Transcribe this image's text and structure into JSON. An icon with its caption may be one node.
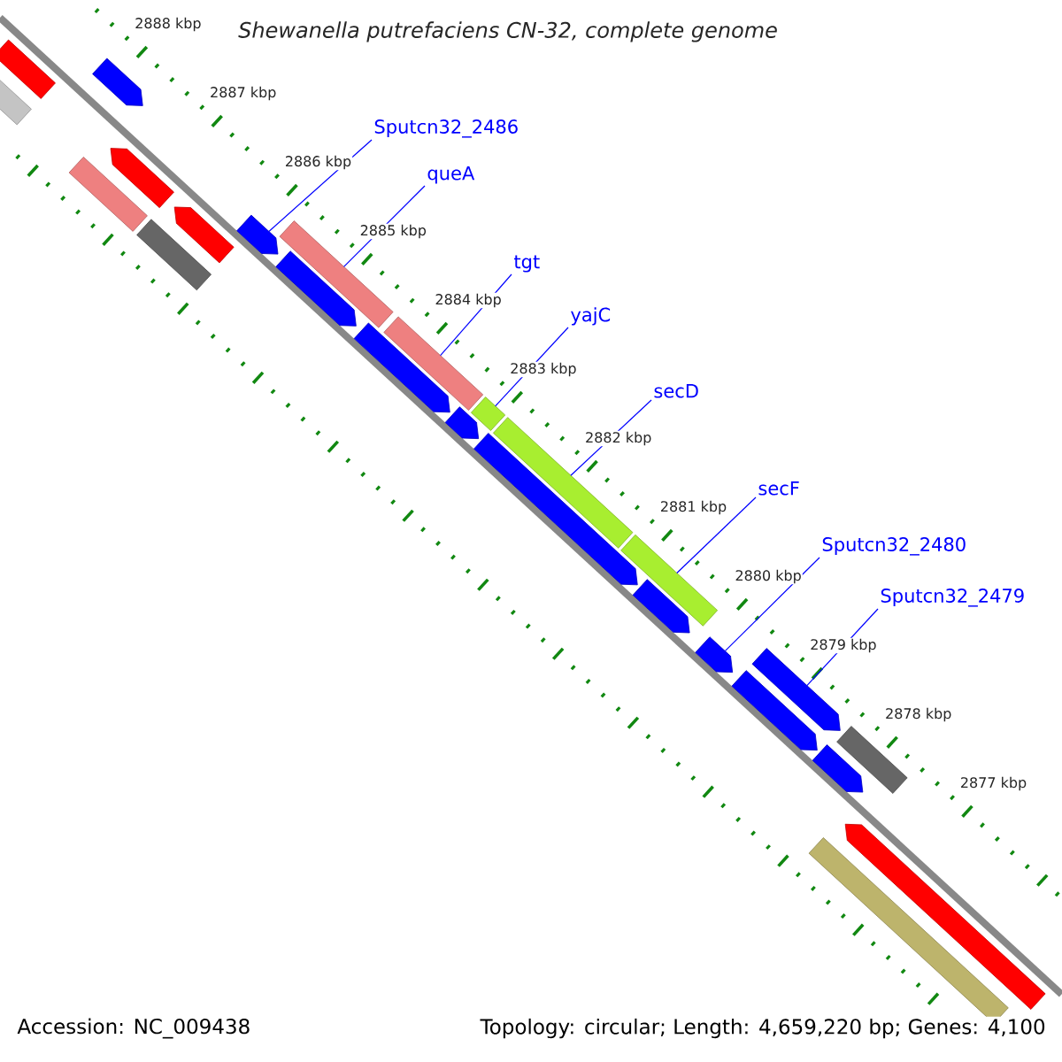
{
  "diagram": {
    "title": "Shewanella putrefaciens CN-32, complete genome",
    "nodes": [
      {
        "text": [
          "Sputcn32_2486"
        ]
      },
      {
        "text": [
          "queA"
        ]
      },
      {
        "text": [
          "tgt"
        ]
      },
      {
        "text": [
          "yajC"
        ]
      },
      {
        "text": [
          "secD"
        ]
      },
      {
        "text": [
          "secF"
        ]
      },
      {
        "text": [
          "Sputcn32_2480"
        ]
      },
      {
        "text": [
          "Sputcn32_2479"
        ]
      },
      {
        "text": [],
        "shape": "bar"
      },
      {
        "text": [],
        "shape": "bar"
      },
      {
        "text": [],
        "shape": "arrow"
      },
      {
        "text": [],
        "shape": "bar"
      },
      {
        "text": [],
        "shape": "arrow"
      },
      {
        "text": [],
        "shape": "bar"
      },
      {
        "text": [],
        "shape": "arrow"
      },
      {
        "text": [],
        "shape": "arrow"
      },
      {
        "text": [],
        "shape": "arrow"
      },
      {
        "text": [],
        "shape": "bar"
      },
      {
        "text": [],
        "shape": "arrow"
      },
      {
        "text": [],
        "shape": "bar"
      },
      {
        "text": [],
        "shape": "arrow"
      },
      {
        "text": [],
        "shape": "bar"
      },
      {
        "text": [],
        "shape": "arrow"
      },
      {
        "text": [],
        "shape": "bar"
      },
      {
        "text": [],
        "shape": "bar"
      },
      {
        "text": [],
        "shape": "arrow"
      },
      {
        "text": [],
        "shape": "arrow"
      },
      {
        "text": [],
        "shape": "arrow"
      },
      {
        "text": [],
        "shape": "arrow"
      },
      {
        "text": [],
        "shape": "arrow"
      },
      {
        "text": [],
        "shape": "bar"
      },
      {
        "text": [],
        "shape": "arrow"
      },
      {
        "text": [],
        "shape": "bar"
      }
    ],
    "edges": [
      {
        "from": 0,
        "to": 15,
        "arrow": "none"
      },
      {
        "from": 1,
        "to": 17,
        "arrow": "none"
      },
      {
        "from": 2,
        "to": 19,
        "arrow": "none"
      },
      {
        "from": 3,
        "to": 21,
        "arrow": "none"
      },
      {
        "from": 4,
        "to": 23,
        "arrow": "none"
      },
      {
        "from": 5,
        "to": 24,
        "arrow": "none"
      },
      {
        "from": 6,
        "to": 26,
        "arrow": "none"
      },
      {
        "from": 7,
        "to": 27,
        "arrow": "none"
      }
    ],
    "labels": [
      "2888 kbp",
      "2887 kbp",
      "2886 kbp",
      "2885 kbp",
      "2884 kbp",
      "2883 kbp",
      "2882 kbp",
      "2881 kbp",
      "2880 kbp",
      "2879 kbp",
      "2878 kbp",
      "2877 kbp",
      "Accession: NC_009438",
      "Topology: circular; Length: 4,659,220 bp; Genes: 4,100"
    ]
  }
}
